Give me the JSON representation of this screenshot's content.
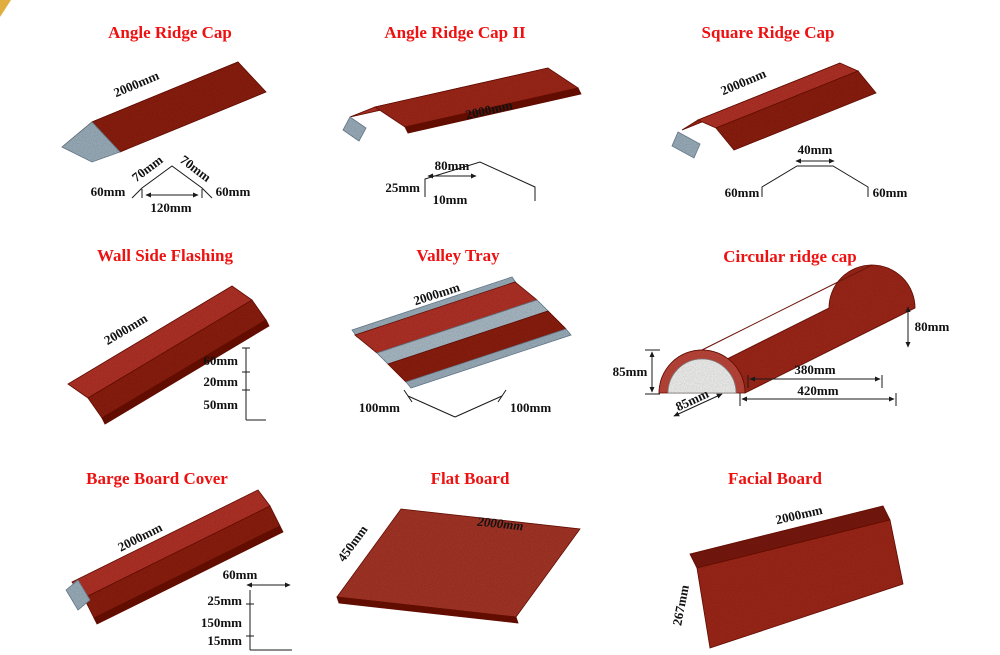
{
  "page": {
    "background": "#ffffff"
  },
  "colors": {
    "title": "#ee1111",
    "tile_red_top": "#b5362a",
    "tile_red_side": "#8f2118",
    "tile_red_edge": "#6d150e",
    "metal_gray": "#9fb2c0",
    "dimension_text": "#111111"
  },
  "cells": [
    {
      "title": "Angle Ridge Cap",
      "labels": {
        "length": "2000mm",
        "slope_left": "70mm",
        "slope_right": "70mm",
        "side_left": "60mm",
        "side_right": "60mm",
        "base": "120mm"
      }
    },
    {
      "title": "Angle Ridge Cap II",
      "labels": {
        "length": "2000mm",
        "top": "80mm",
        "left": "25mm",
        "bottom": "10mm"
      }
    },
    {
      "title": "Square Ridge Cap",
      "labels": {
        "length": "2000mm",
        "top": "40mm",
        "side_left": "60mm",
        "side_right": "60mm"
      }
    },
    {
      "title": "Wall Side Flashing",
      "labels": {
        "length": "2000mm",
        "seg1": "60mm",
        "seg2": "20mm",
        "seg3": "50mm"
      }
    },
    {
      "title": "Valley Tray",
      "labels": {
        "length": "2000mm",
        "left": "100mm",
        "right": "100mm"
      }
    },
    {
      "title": "Circular ridge cap",
      "labels": {
        "height_left": "85mm",
        "depth": "85mm",
        "inner_width": "380mm",
        "outer_width": "420mm",
        "height_right": "80mm"
      }
    },
    {
      "title": "Barge Board Cover",
      "labels": {
        "length": "2000mm",
        "top": "60mm",
        "seg1": "25mm",
        "seg2": "150mm",
        "seg3": "15mm"
      }
    },
    {
      "title": "Flat Board",
      "labels": {
        "width": "450mm",
        "length": "2000mm"
      }
    },
    {
      "title": "Facial Board",
      "labels": {
        "length": "2000mm",
        "height": "267mm"
      }
    }
  ]
}
